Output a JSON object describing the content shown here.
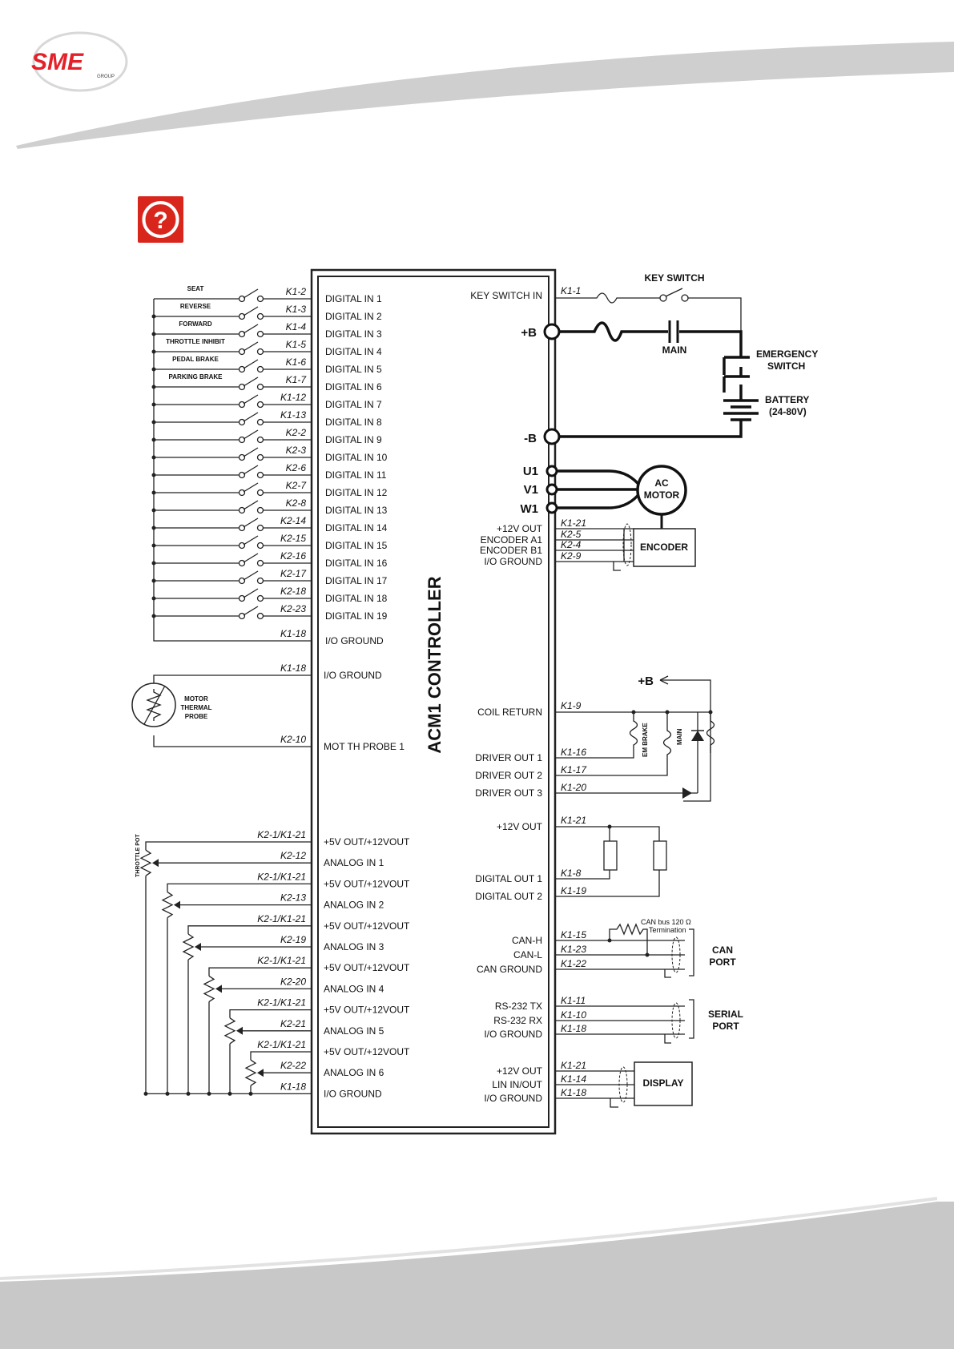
{
  "brand": {
    "name": "SME",
    "sub": "GROUP",
    "color": "#e4202a"
  },
  "help": {
    "icon": "question-icon",
    "color": "#d9261c"
  },
  "controller": {
    "title": "ACM1 CONTROLLER"
  },
  "left_inputs": {
    "switch_labels": [
      "SEAT",
      "REVERSE",
      "FORWARD",
      "THROTTLE INHIBIT",
      "PEDAL BRAKE",
      "PARKING BRAKE"
    ],
    "pins": [
      "K1-2",
      "K1-3",
      "K1-4",
      "K1-5",
      "K1-6",
      "K1-7",
      "K1-12",
      "K1-13",
      "K2-2",
      "K2-3",
      "K2-6",
      "K2-7",
      "K2-8",
      "K2-14",
      "K2-15",
      "K2-16",
      "K2-17",
      "K2-18",
      "K2-23"
    ],
    "signals": [
      "DIGITAL IN 1",
      "DIGITAL IN 2",
      "DIGITAL IN 3",
      "DIGITAL IN 4",
      "DIGITAL IN 5",
      "DIGITAL IN 6",
      "DIGITAL IN 7",
      "DIGITAL IN 8",
      "DIGITAL IN 9",
      "DIGITAL IN 10",
      "DIGITAL IN 11",
      "DIGITAL IN 12",
      "DIGITAL IN 13",
      "DIGITAL IN 14",
      "DIGITAL IN 15",
      "DIGITAL IN 16",
      "DIGITAL IN 17",
      "DIGITAL IN 18",
      "DIGITAL IN 19"
    ],
    "ground_pin": "K1-18",
    "ground_signal": "I/O GROUND"
  },
  "thermal": {
    "pin_gnd": "K1-18",
    "sig_gnd": "I/O GROUND",
    "pin_probe": "K2-10",
    "sig_probe": "MOT TH PROBE 1",
    "label_1": "MOTOR",
    "label_2": "THERMAL",
    "label_3": "PROBE"
  },
  "analog": {
    "throttle_label": "THROTTLE POT",
    "pins": [
      "K2-1/K1-21",
      "K2-12",
      "K2-1/K1-21",
      "K2-13",
      "K2-1/K1-21",
      "K2-19",
      "K2-1/K1-21",
      "K2-20",
      "K2-1/K1-21",
      "K2-21",
      "K2-1/K1-21",
      "K2-22",
      "K1-18"
    ],
    "signals": [
      "+5V OUT/+12VOUT",
      "ANALOG IN 1",
      "+5V OUT/+12VOUT",
      "ANALOG IN 2",
      "+5V OUT/+12VOUT",
      "ANALOG IN 3",
      "+5V OUT/+12VOUT",
      "ANALOG IN 4",
      "+5V OUT/+12VOUT",
      "ANALOG IN 5",
      "+5V OUT/+12VOUT",
      "ANALOG IN 6",
      "I/O GROUND"
    ]
  },
  "power": {
    "key_switch_in": "KEY SWITCH IN",
    "key_pin": "K1-1",
    "key_switch": "KEY SWITCH",
    "plus_b": "+B",
    "minus_b": "-B",
    "main": "MAIN",
    "emergency_1": "EMERGENCY",
    "emergency_2": "SWITCH",
    "battery_1": "BATTERY",
    "battery_2": "(24-80V)"
  },
  "motor": {
    "u": "U1",
    "v": "V1",
    "w": "W1",
    "label_1": "AC",
    "label_2": "MOTOR"
  },
  "encoder": {
    "signals": [
      "+12V OUT",
      "ENCODER A1",
      "ENCODER B1",
      "I/O GROUND"
    ],
    "pins": [
      "K1-21",
      "K2-5",
      "K2-4",
      "K2-9"
    ],
    "label": "ENCODER"
  },
  "drivers": {
    "plus_b": "+B",
    "coil_return": "COIL RETURN",
    "coil_pin": "K1-9",
    "signals": [
      "DRIVER OUT 1",
      "DRIVER OUT 2",
      "DRIVER OUT 3"
    ],
    "pins": [
      "K1-16",
      "K1-17",
      "K1-20"
    ],
    "em_brake": "EM BRAKE",
    "main": "MAIN"
  },
  "digital_out": {
    "v12": "+12V OUT",
    "v12_pin": "K1-21",
    "signals": [
      "DIGITAL OUT 1",
      "DIGITAL OUT 2"
    ],
    "pins": [
      "K1-8",
      "K1-19"
    ]
  },
  "can": {
    "signals": [
      "CAN-H",
      "CAN-L",
      "CAN GROUND"
    ],
    "pins": [
      "K1-15",
      "K1-23",
      "K1-22"
    ],
    "term_1": "CAN bus 120 Ω",
    "term_2": "Termination",
    "port_1": "CAN",
    "port_2": "PORT"
  },
  "serial": {
    "signals": [
      "RS-232 TX",
      "RS-232 RX",
      "I/O GROUND"
    ],
    "pins": [
      "K1-11",
      "K1-10",
      "K1-18"
    ],
    "port_1": "SERIAL",
    "port_2": "PORT"
  },
  "display": {
    "signals": [
      "+12V OUT",
      "LIN IN/OUT",
      "I/O GROUND"
    ],
    "pins": [
      "K1-21",
      "K1-14",
      "K1-18"
    ],
    "label": "DISPLAY"
  }
}
